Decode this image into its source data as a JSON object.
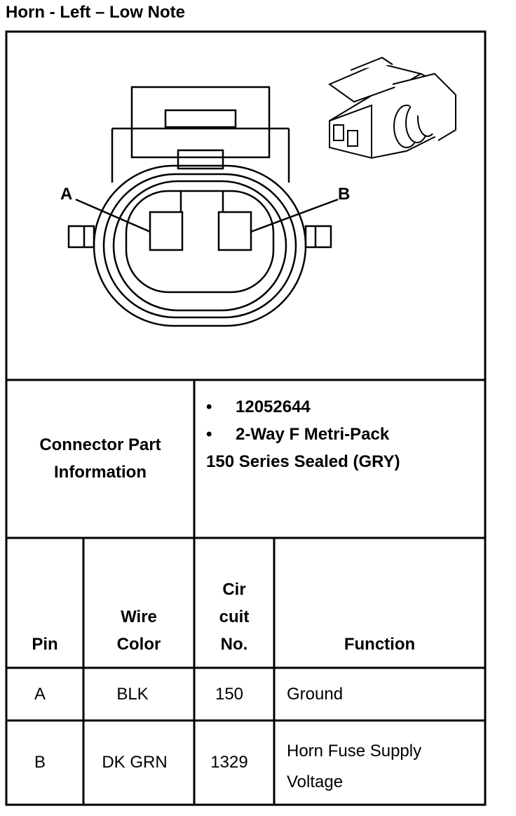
{
  "title": "Horn - Left – Low Note",
  "connector_view": {
    "pin_a_label": "A",
    "pin_b_label": "B"
  },
  "connector_info": {
    "label_line1": "Connector Part",
    "label_line2": "Information",
    "part_number": "12052644",
    "description_line1": "2-Way F Metri-Pack",
    "description_line2": "150 Series Sealed (GRY)",
    "bullet": "•"
  },
  "pinout": {
    "headers": {
      "pin": "Pin",
      "wire_color_1": "Wire",
      "wire_color_2": "Color",
      "circuit_1": "Cir",
      "circuit_2": "cuit",
      "circuit_3": "No.",
      "function": "Function"
    },
    "rows": [
      {
        "pin": "A",
        "wire_color": "BLK",
        "circuit": "150",
        "function_1": "Ground",
        "function_2": ""
      },
      {
        "pin": "B",
        "wire_color": "DK GRN",
        "circuit": "1329",
        "function_1": "Horn Fuse Supply",
        "function_2": "Voltage"
      }
    ]
  }
}
